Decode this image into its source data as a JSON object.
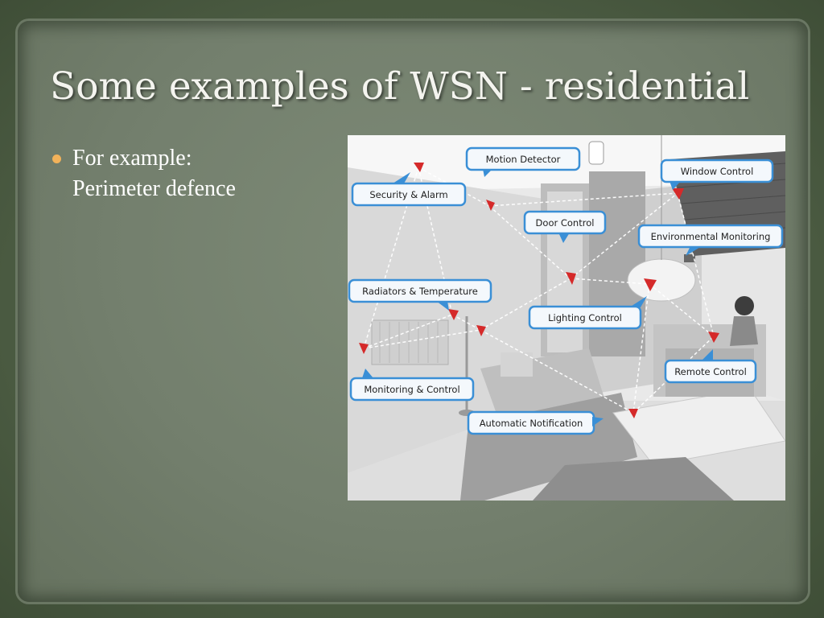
{
  "slide": {
    "title": "Some examples of WSN - residential",
    "bullet": {
      "line1": "For example:",
      "line2": "Perimeter defence"
    }
  },
  "diagram": {
    "callouts": [
      "Motion Detector",
      "Security & Alarm",
      "Window Control",
      "Door Control",
      "Environmental Monitoring",
      "Radiators & Temperature",
      "Lighting Control",
      "Remote Control",
      "Monitoring & Control",
      "Automatic Notification"
    ]
  },
  "colors": {
    "bullet": "#f2b25a",
    "callout_border": "#3a8fd6",
    "sensor": "#d52a2a"
  }
}
